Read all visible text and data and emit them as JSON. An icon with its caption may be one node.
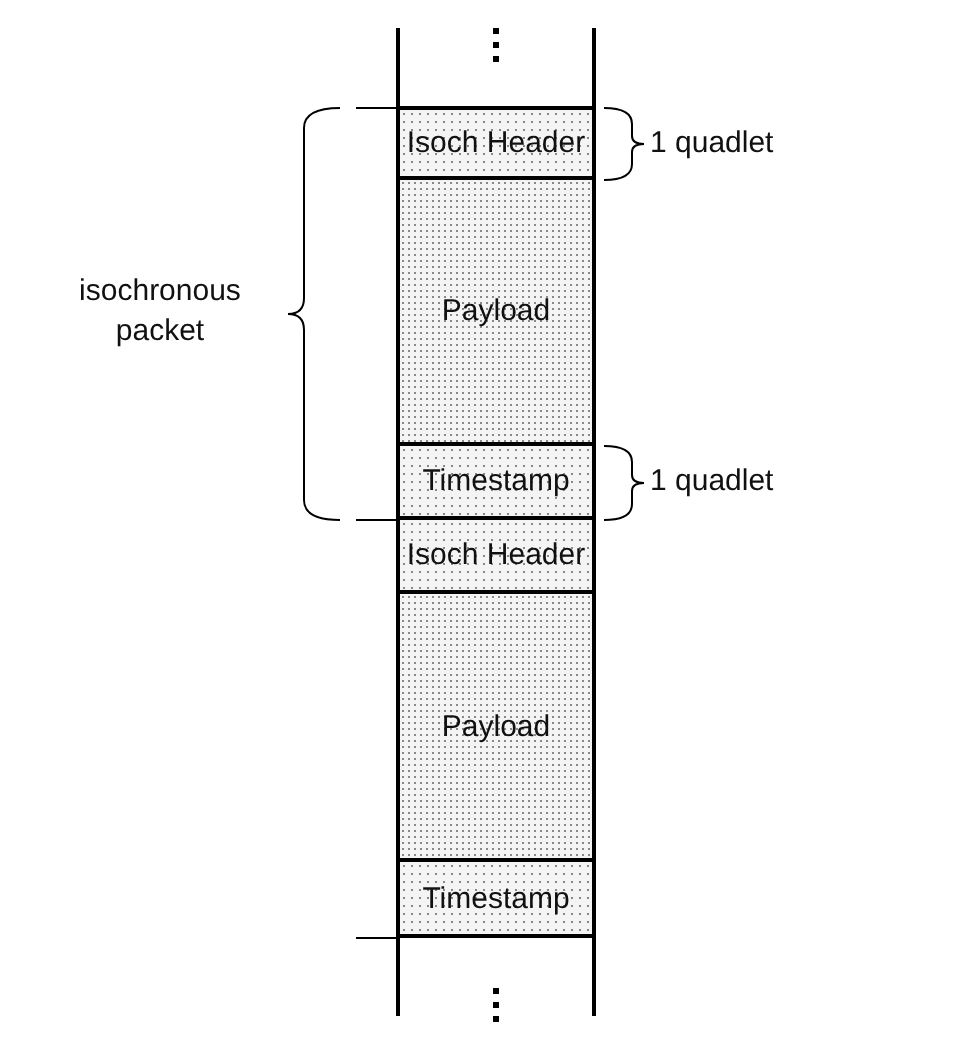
{
  "diagram": {
    "nodes": [
      {
        "text": [
          "Isoch Header"
        ]
      },
      {
        "text": [
          "Payload"
        ]
      },
      {
        "text": [
          "Timestamp"
        ]
      },
      {
        "text": [
          "Isoch Header"
        ]
      },
      {
        "text": [
          "Payload"
        ]
      },
      {
        "text": [
          "Timestamp"
        ]
      }
    ],
    "labels": [
      "isochronous packet",
      "1 quadlet",
      "1 quadlet"
    ]
  }
}
